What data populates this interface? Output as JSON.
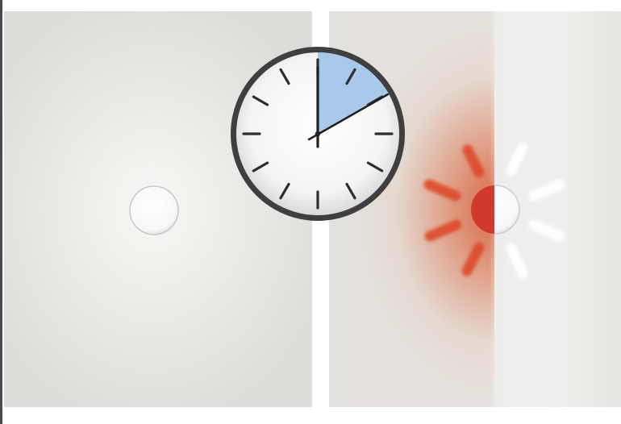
{
  "scene": {
    "left_panel": {
      "state": "light-off"
    },
    "right_panel": {
      "state": "light-on"
    },
    "clock": {
      "hour_hand_points_to": 12,
      "minute_hand_points_to": 2,
      "highlighted_sector": "12-to-2"
    }
  },
  "colors": {
    "sector_fill": "#a9c9ea",
    "clock_rim": "#3f3f3f",
    "glow_red": "#d84a2e",
    "button_red": "#d0392b",
    "button_white": "#ffffff"
  },
  "icons": {
    "clock": "clock-icon",
    "left_button": "round-button-icon",
    "right_button": "round-button-icon",
    "red_rays": "sun-rays-icon",
    "white_rays": "sun-rays-icon"
  }
}
